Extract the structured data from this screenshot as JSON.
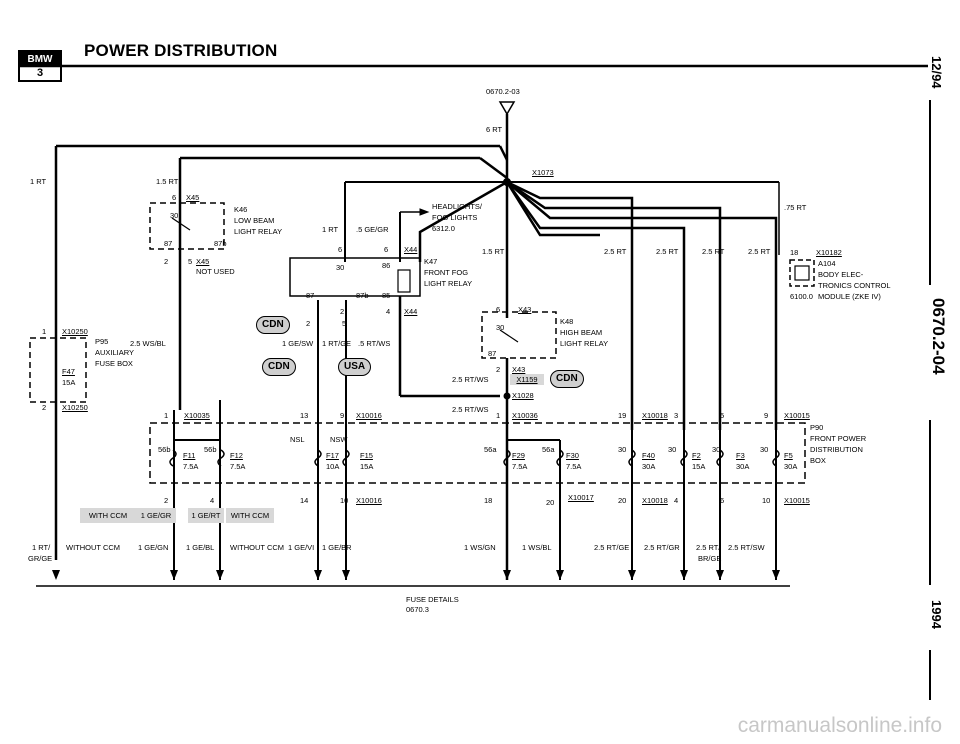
{
  "header": {
    "title": "POWER DISTRIBUTION",
    "logo_top": "BMW",
    "logo_bottom": "3"
  },
  "margin": {
    "date": "12/94",
    "doc_number": "0670.2-04",
    "year": "1994"
  },
  "source_ref": {
    "code": "0670.2-03",
    "wire": "6 RT"
  },
  "labels": {
    "wire_1rt_left": "1 RT",
    "wire_15rt": "1.5 RT",
    "wire_1rt_mid": "1 RT",
    "wire_5gegr": ".5 GE/GR",
    "wire_15rt_right": "1.5 RT",
    "wire_25rt_a": "2.5 RT",
    "wire_25rt_b": "2.5 RT",
    "wire_25rt_c": "2.5 RT",
    "wire_25rt_d": "2.5 RT",
    "wire_75rt": ".75 RT",
    "wire_25wsbl": "2.5 WS/BL",
    "wire_1gesw": "1 GE/SW",
    "wire_1rtge": "1 RT/GE",
    "wire_5rtws": ".5 RT/WS",
    "wire_25rtws_a": "2.5 RT/WS",
    "wire_25rtws_b": "2.5 RT/WS",
    "x1073": "X1073",
    "x45_top": "X45",
    "x45_bot": "X45",
    "k46_title": "K46",
    "k46_line1": "LOW BEAM",
    "k46_line2": "LIGHT RELAY",
    "not_used": "NOT USED",
    "headlights_1": "HEADLIGHTS/",
    "headlights_2": "FOG LIGHTS",
    "headlights_3": "6312.0",
    "x44_top": "X44",
    "x44_bot": "X44",
    "k47_title": "K47",
    "k47_line1": "FRONT FOG",
    "k47_line2": "LIGHT RELAY",
    "x43_top": "X43",
    "x43_bot": "X43",
    "k48_title": "K48",
    "k48_line1": "HIGH BEAM",
    "k48_line2": "LIGHT RELAY",
    "x1159": "X1159",
    "x1028": "X1028",
    "x10182": "X10182",
    "a104_title": "A104",
    "a104_line1": "BODY ELEC-",
    "a104_line2": "TRONICS CONTROL",
    "a104_line3": "MODULE (ZKE IV)",
    "a104_ref": "6100.0",
    "x10250_top": "X10250",
    "x10250_bot": "X10250",
    "p95_title": "P95",
    "p95_line1": "AUXILIARY",
    "p95_line2": "FUSE BOX",
    "f47": "F47",
    "f47_amp": "15A",
    "x10035": "X10035",
    "x10016_top": "X10016",
    "x10016_bot": "X10016",
    "x10036": "X10036",
    "x10017": "X10017",
    "x10018_top": "X10018",
    "x10018_bot": "X10018",
    "x10015_top": "X10015",
    "x10015_bot": "X10015",
    "p90_title": "P90",
    "p90_line1": "FRONT POWER",
    "p90_line2": "DISTRIBUTION",
    "p90_line3": "BOX",
    "nsl": "NSL",
    "nsw": "NSW",
    "f11": "F11",
    "f11_amp": "7.5A",
    "f12": "F12",
    "f12_amp": "7.5A",
    "f17": "F17",
    "f17_amp": "10A",
    "f15": "F15",
    "f15_amp": "15A",
    "f29": "F29",
    "f29_amp": "7.5A",
    "f30": "F30",
    "f30_amp": "7.5A",
    "f40": "F40",
    "f40_amp": "30A",
    "f2": "F2",
    "f2_amp": "15A",
    "f3": "F3",
    "f3_amp": "30A",
    "f5": "F5",
    "f5_amp": "30A",
    "with_ccm_1": "WITH CCM",
    "gegr_1": "1 GE/GR",
    "gert_1": "1 GE/RT",
    "with_ccm_2": "WITH CCM",
    "out_1rtgrge_a": "1 RT/",
    "out_1rtgrge_b": "GR/GE",
    "out_without_ccm": "WITHOUT CCM",
    "out_1gegn": "1 GE/GN",
    "out_1gebl": "1 GE/BL",
    "out_without_ccm_2": "WITHOUT CCM",
    "out_1gevi": "1 GE/VI",
    "out_1gebr": "1 GE/BR",
    "out_1wsgn": "1 WS/GN",
    "out_1wsbl": "1 WS/BL",
    "out_25rtge": "2.5 RT/GE",
    "out_25rtgr": "2.5 RT/GR",
    "out_25rtbrge_a": "2.5 RT/",
    "out_25rtbrge_b": "BR/GE",
    "out_25rtsw": "2.5 RT/SW",
    "fuse_details_1": "FUSE DETAILS",
    "fuse_details_2": "0670.3",
    "pins": {
      "p6a": "6",
      "p30a": "30",
      "p87a": "87",
      "p87ba": "87b",
      "p2a": "2",
      "p5a": "5",
      "p6b": "6",
      "p6c": "6",
      "p30b": "30",
      "p86": "86",
      "p87b": "87",
      "p87bb": "87b",
      "p85": "85",
      "p2b": "2",
      "p4b": "4",
      "p5b": "5",
      "p2box": "2",
      "p6d": "6",
      "p30d": "30",
      "p87d": "87",
      "p2d": "2",
      "p18": "18",
      "p1a": "1",
      "p2e": "2",
      "p1b": "1",
      "p13": "13",
      "p9a": "9",
      "p1c": "1",
      "p19": "19",
      "p3": "3",
      "p5c": "5",
      "p9b": "9",
      "p56b1": "56b",
      "p56b2": "56b",
      "p56a1": "56a",
      "p56a2": "56a",
      "p30e": "30",
      "p30f": "30",
      "p30g": "30",
      "p30h": "30",
      "p2f": "2",
      "p4f": "4",
      "p14": "14",
      "p10a": "10",
      "p18b": "18",
      "p20a": "20",
      "p20b": "20",
      "p4g": "4",
      "p6g": "6",
      "p10b": "10"
    }
  },
  "badges": {
    "cdn": "CDN",
    "usa": "USA"
  },
  "watermark": "carmanualsonline.info",
  "colors": {
    "ink": "#000000",
    "shade": "#d8d8d8",
    "badge_fill": "#cfcfcf"
  }
}
